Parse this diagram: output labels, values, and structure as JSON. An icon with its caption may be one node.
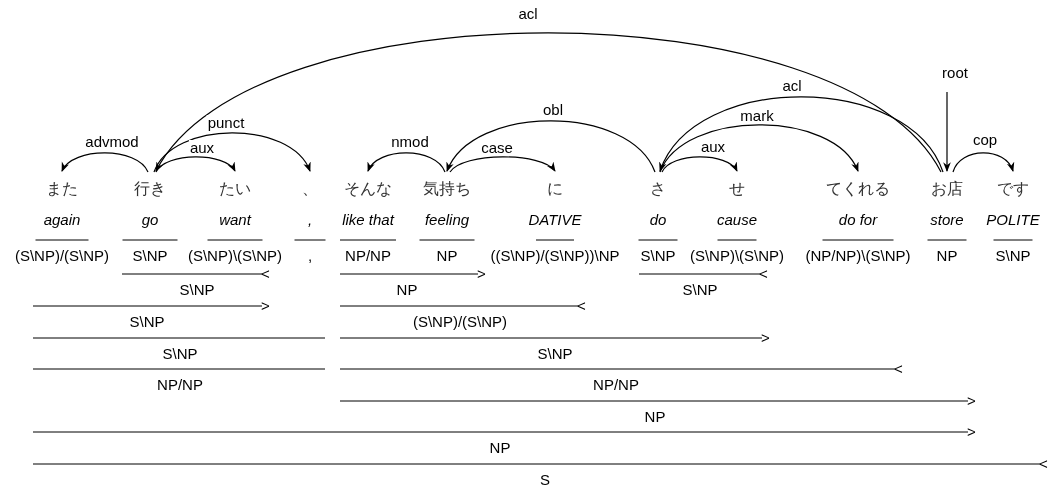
{
  "diagram": {
    "nodes": [
      {
        "text": [
          "また",
          "again",
          "(S\\NP)/(S\\NP)"
        ]
      },
      {
        "text": [
          "行き",
          "go",
          "S\\NP"
        ]
      },
      {
        "text": [
          "たい",
          "want",
          "(S\\NP)\\(S\\NP)"
        ]
      },
      {
        "text": [
          "、",
          ",",
          ","
        ]
      },
      {
        "text": [
          "そんな",
          "like that",
          "NP/NP"
        ]
      },
      {
        "text": [
          "気持ち",
          "feeling",
          "NP"
        ]
      },
      {
        "text": [
          "に",
          "DATIVE",
          "((S\\NP)/(S\\NP))\\NP"
        ]
      },
      {
        "text": [
          "さ",
          "do",
          "S\\NP"
        ]
      },
      {
        "text": [
          "せ",
          "cause",
          "(S\\NP)\\(S\\NP)"
        ]
      },
      {
        "text": [
          "てくれる",
          "do for",
          "(NP/NP)\\(S\\NP)"
        ]
      },
      {
        "text": [
          "お店",
          "store",
          "NP"
        ]
      },
      {
        "text": [
          "です",
          "POLITE",
          "S\\NP"
        ]
      }
    ],
    "edges": [
      {
        "from": 10,
        "to": 1,
        "arrow": "to",
        "label": "acl"
      },
      {
        "from": null,
        "to": 10,
        "arrow": "to",
        "label": "root"
      },
      {
        "from": 10,
        "to": 7,
        "arrow": "to",
        "label": "acl"
      },
      {
        "from": 7,
        "to": 5,
        "arrow": "to",
        "label": "obl"
      },
      {
        "from": 7,
        "to": 9,
        "arrow": "to",
        "label": "mark"
      },
      {
        "from": 7,
        "to": 8,
        "arrow": "to",
        "label": "aux"
      },
      {
        "from": 10,
        "to": 11,
        "arrow": "to",
        "label": "cop"
      },
      {
        "from": 1,
        "to": 0,
        "arrow": "to",
        "label": "advmod"
      },
      {
        "from": 1,
        "to": 2,
        "arrow": "to",
        "label": "aux"
      },
      {
        "from": 1,
        "to": 3,
        "arrow": "to",
        "label": "punct"
      },
      {
        "from": 5,
        "to": 4,
        "arrow": "to",
        "label": "nmod"
      },
      {
        "from": 5,
        "to": 6,
        "arrow": "to",
        "label": "case"
      }
    ],
    "labels": [
      "<",
      "S\\NP",
      ">",
      "NP",
      "<",
      "S\\NP",
      ">",
      "S\\NP",
      "<",
      "(S\\NP)/(S\\NP)",
      "S\\NP",
      ">",
      "S\\NP",
      "NP/NP",
      "<",
      "NP/NP",
      ">",
      "NP",
      ">",
      "NP",
      "<",
      "S"
    ]
  }
}
